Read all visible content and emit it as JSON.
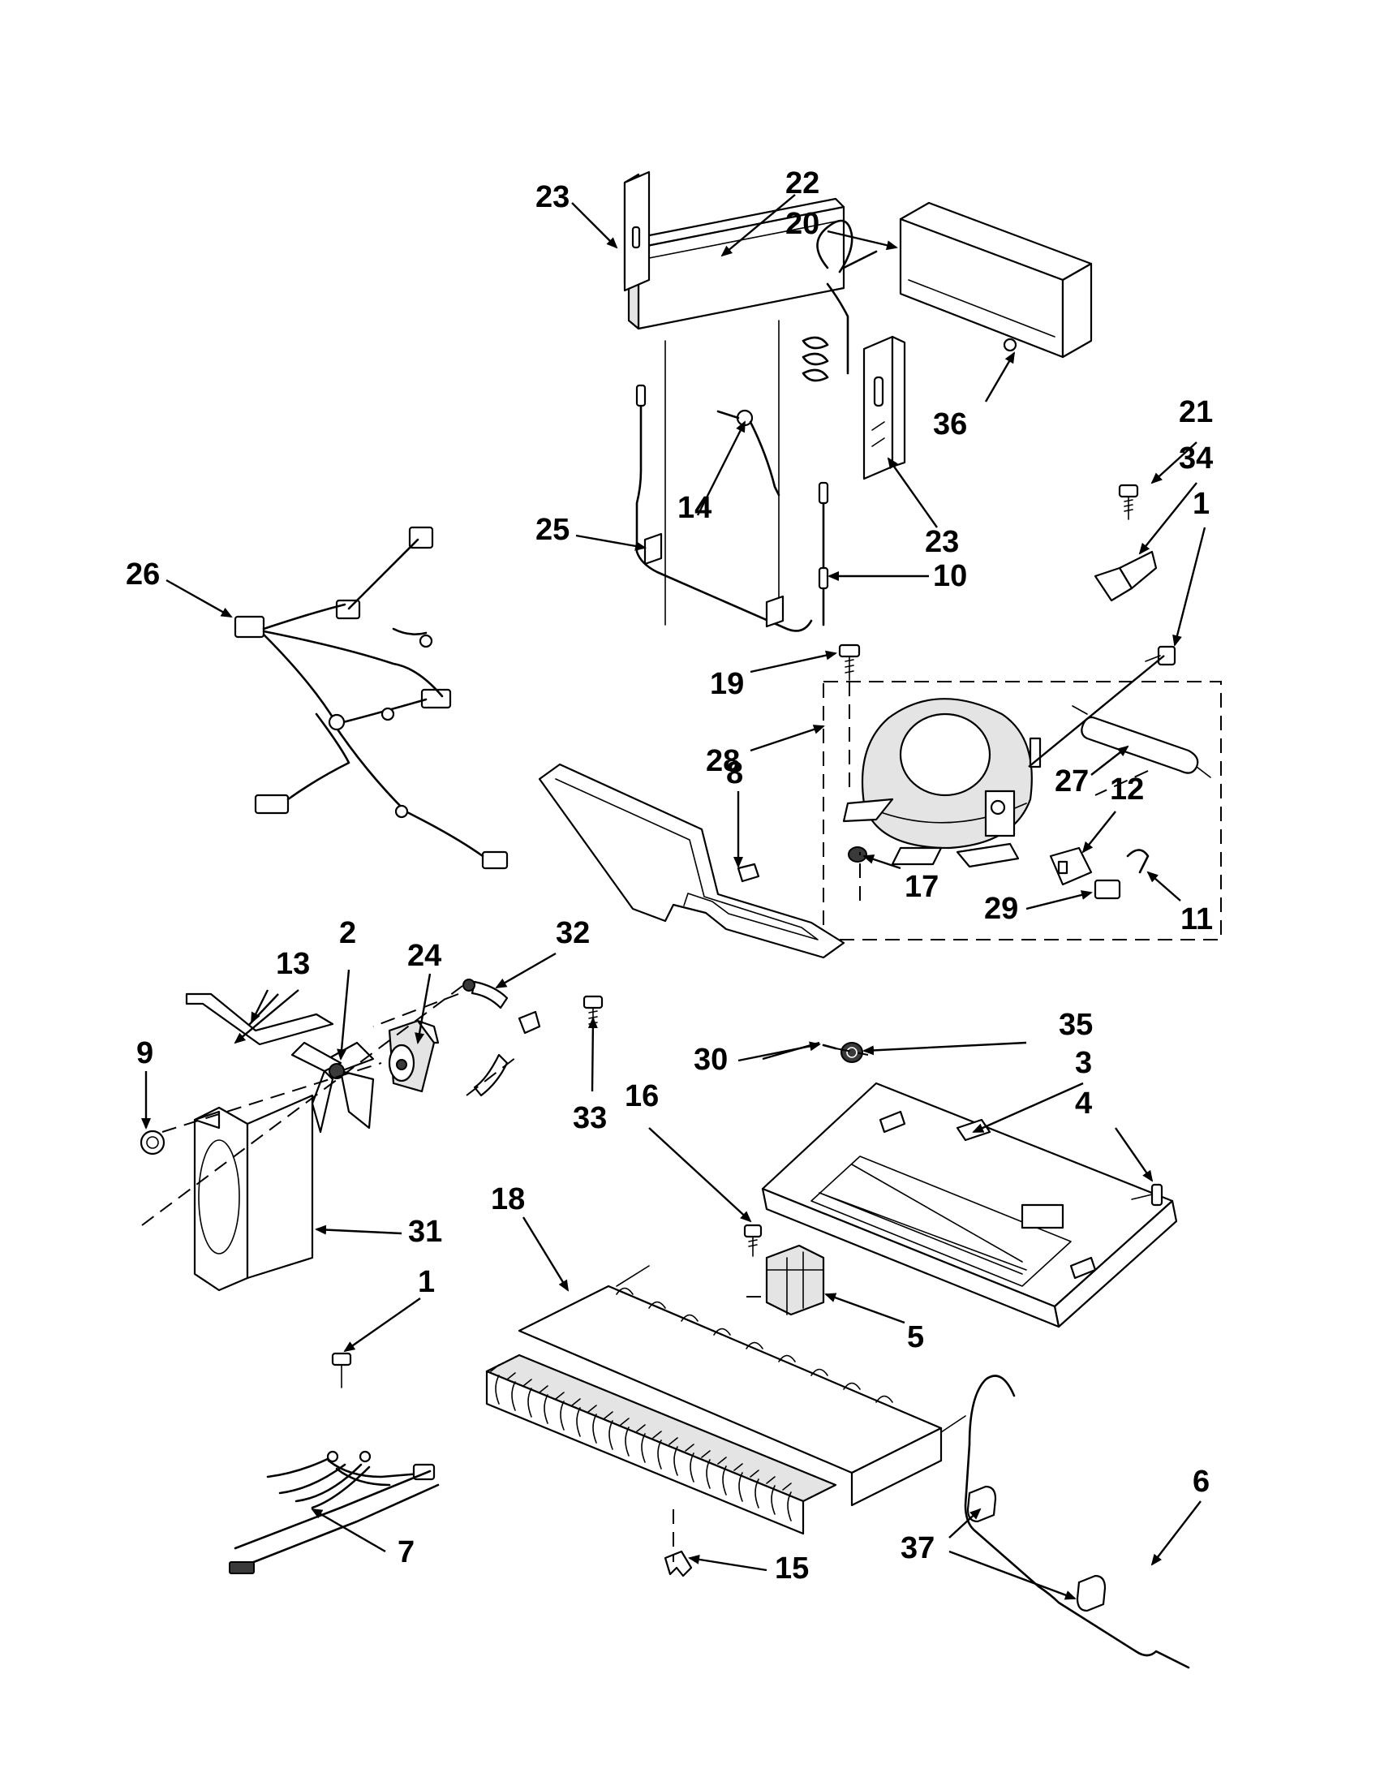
{
  "diagram": {
    "callouts": [
      {
        "id": "c1a",
        "label": "1"
      },
      {
        "id": "c1b",
        "label": "1"
      },
      {
        "id": "c2",
        "label": "2"
      },
      {
        "id": "c3",
        "label": "3"
      },
      {
        "id": "c4",
        "label": "4"
      },
      {
        "id": "c5",
        "label": "5"
      },
      {
        "id": "c6",
        "label": "6"
      },
      {
        "id": "c7",
        "label": "7"
      },
      {
        "id": "c8",
        "label": "8"
      },
      {
        "id": "c9",
        "label": "9"
      },
      {
        "id": "c10",
        "label": "10"
      },
      {
        "id": "c11",
        "label": "11"
      },
      {
        "id": "c12",
        "label": "12"
      },
      {
        "id": "c13",
        "label": "13"
      },
      {
        "id": "c14",
        "label": "14"
      },
      {
        "id": "c15",
        "label": "15"
      },
      {
        "id": "c16",
        "label": "16"
      },
      {
        "id": "c17",
        "label": "17"
      },
      {
        "id": "c18",
        "label": "18"
      },
      {
        "id": "c19",
        "label": "19"
      },
      {
        "id": "c20",
        "label": "20"
      },
      {
        "id": "c21",
        "label": "21"
      },
      {
        "id": "c22",
        "label": "22"
      },
      {
        "id": "c23a",
        "label": "23"
      },
      {
        "id": "c23b",
        "label": "23"
      },
      {
        "id": "c24",
        "label": "24"
      },
      {
        "id": "c25",
        "label": "25"
      },
      {
        "id": "c26",
        "label": "26"
      },
      {
        "id": "c27",
        "label": "27"
      },
      {
        "id": "c28",
        "label": "28"
      },
      {
        "id": "c29",
        "label": "29"
      },
      {
        "id": "c30",
        "label": "30"
      },
      {
        "id": "c31",
        "label": "31"
      },
      {
        "id": "c32",
        "label": "32"
      },
      {
        "id": "c33",
        "label": "33"
      },
      {
        "id": "c34",
        "label": "34"
      },
      {
        "id": "c35",
        "label": "35"
      },
      {
        "id": "c36",
        "label": "36"
      },
      {
        "id": "c37",
        "label": "37"
      }
    ]
  }
}
